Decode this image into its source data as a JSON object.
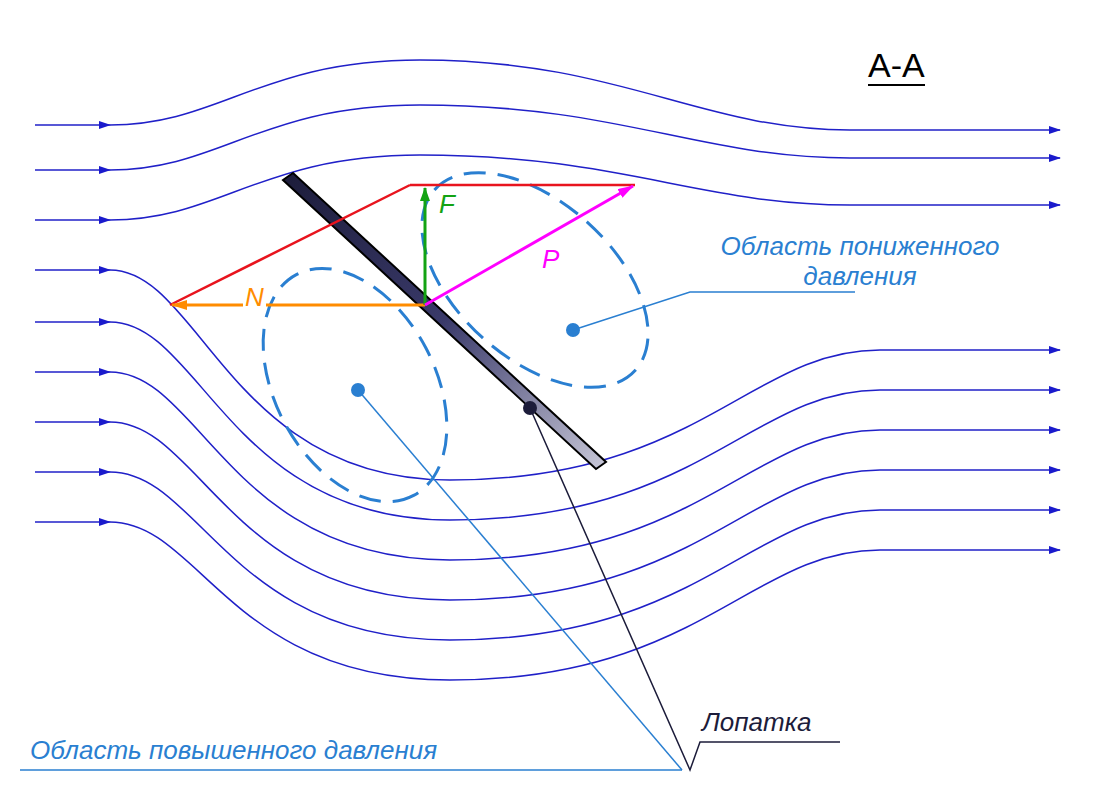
{
  "diagram": {
    "labels": [
      "A-A",
      "F",
      "P",
      "N",
      "Область пониженного давления",
      "Область повышенного давления",
      "Лопатка"
    ]
  }
}
